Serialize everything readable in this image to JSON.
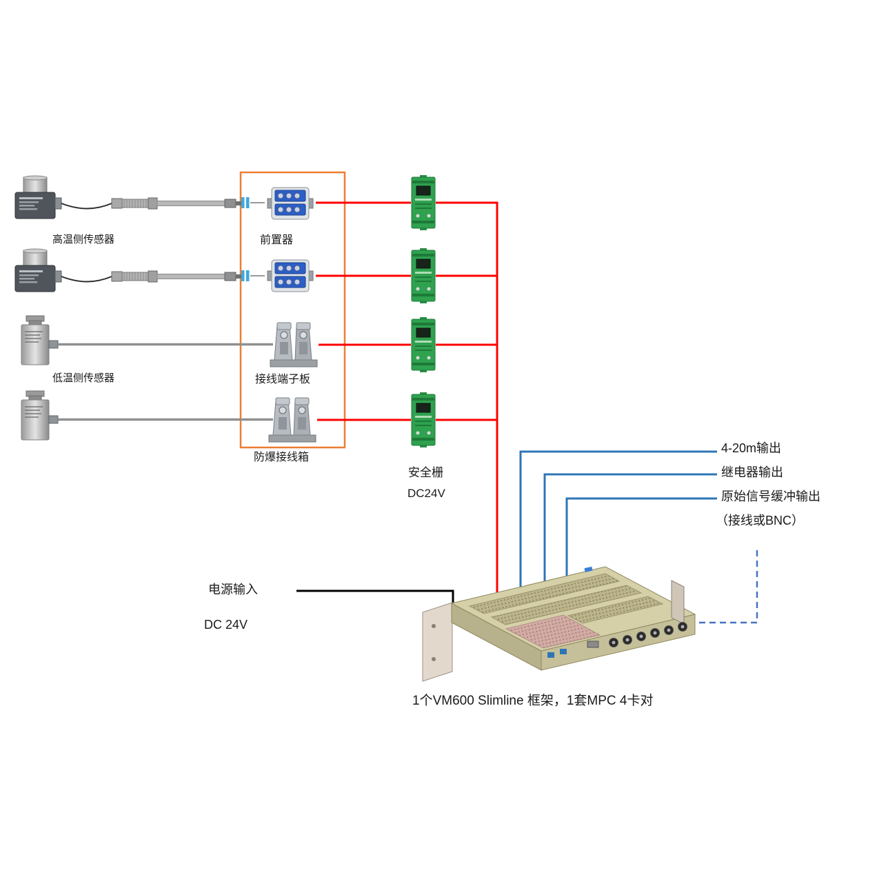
{
  "labels": {
    "high_temp_sensor": "高温侧传感器",
    "low_temp_sensor": "低温侧传感器",
    "preamp": "前置器",
    "terminal_board": "接线端子板",
    "junction_box": "防爆接线箱",
    "safety_barrier": "安全栅",
    "barrier_voltage": "DC24V",
    "output_420": "4-20m输出",
    "output_relay": "继电器输出",
    "output_raw": "原始信号缓冲输出",
    "output_raw_note": "（接线或BNC）",
    "power_input": "电源输入",
    "power_voltage": "DC 24V",
    "rack_caption": "1个VM600 Slimline 框架，1套MPC 4卡对"
  },
  "colors": {
    "signal_line": "#ff0000",
    "output_line": "#2e75b6",
    "dashed_line": "#4472c4",
    "power_line": "#000000",
    "junction_box_border": "#ed7d31",
    "barrier_body": "#2fa14f",
    "rack_top": "#d6d0a8"
  }
}
